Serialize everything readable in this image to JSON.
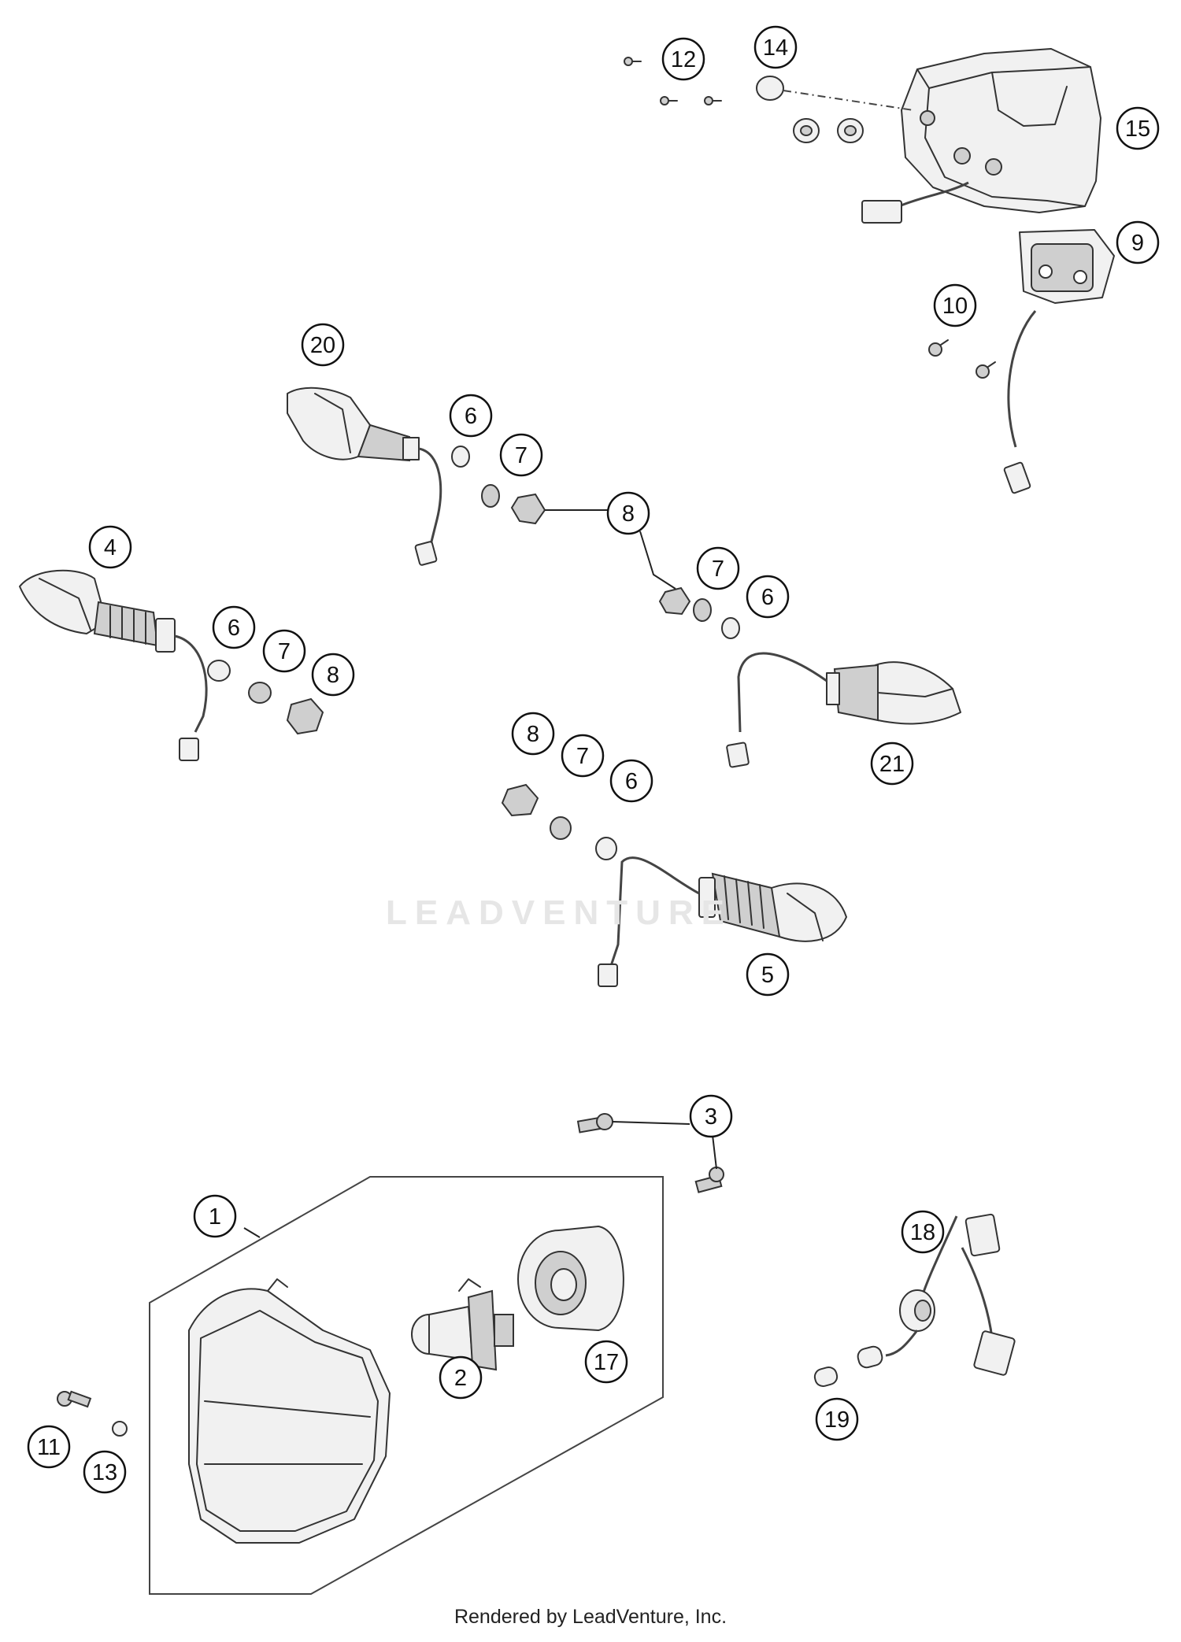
{
  "watermark": "LEADVENTURE",
  "footer": "Rendered by LeadVenture, Inc.",
  "callouts": [
    {
      "id": "c12",
      "label": "12"
    },
    {
      "id": "c14",
      "label": "14"
    },
    {
      "id": "c15",
      "label": "15"
    },
    {
      "id": "c9",
      "label": "9"
    },
    {
      "id": "c10",
      "label": "10"
    },
    {
      "id": "c20",
      "label": "20"
    },
    {
      "id": "c6a",
      "label": "6"
    },
    {
      "id": "c7a",
      "label": "7"
    },
    {
      "id": "c8a",
      "label": "8"
    },
    {
      "id": "c7b",
      "label": "7"
    },
    {
      "id": "c6b",
      "label": "6"
    },
    {
      "id": "c4",
      "label": "4"
    },
    {
      "id": "c6c",
      "label": "6"
    },
    {
      "id": "c7c",
      "label": "7"
    },
    {
      "id": "c8c",
      "label": "8"
    },
    {
      "id": "c21",
      "label": "21"
    },
    {
      "id": "c8d",
      "label": "8"
    },
    {
      "id": "c7d",
      "label": "7"
    },
    {
      "id": "c6d",
      "label": "6"
    },
    {
      "id": "c5",
      "label": "5"
    },
    {
      "id": "c3",
      "label": "3"
    },
    {
      "id": "c1",
      "label": "1"
    },
    {
      "id": "c18",
      "label": "18"
    },
    {
      "id": "c2",
      "label": "2"
    },
    {
      "id": "c17",
      "label": "17"
    },
    {
      "id": "c11",
      "label": "11"
    },
    {
      "id": "c13",
      "label": "13"
    },
    {
      "id": "c19",
      "label": "19"
    }
  ]
}
